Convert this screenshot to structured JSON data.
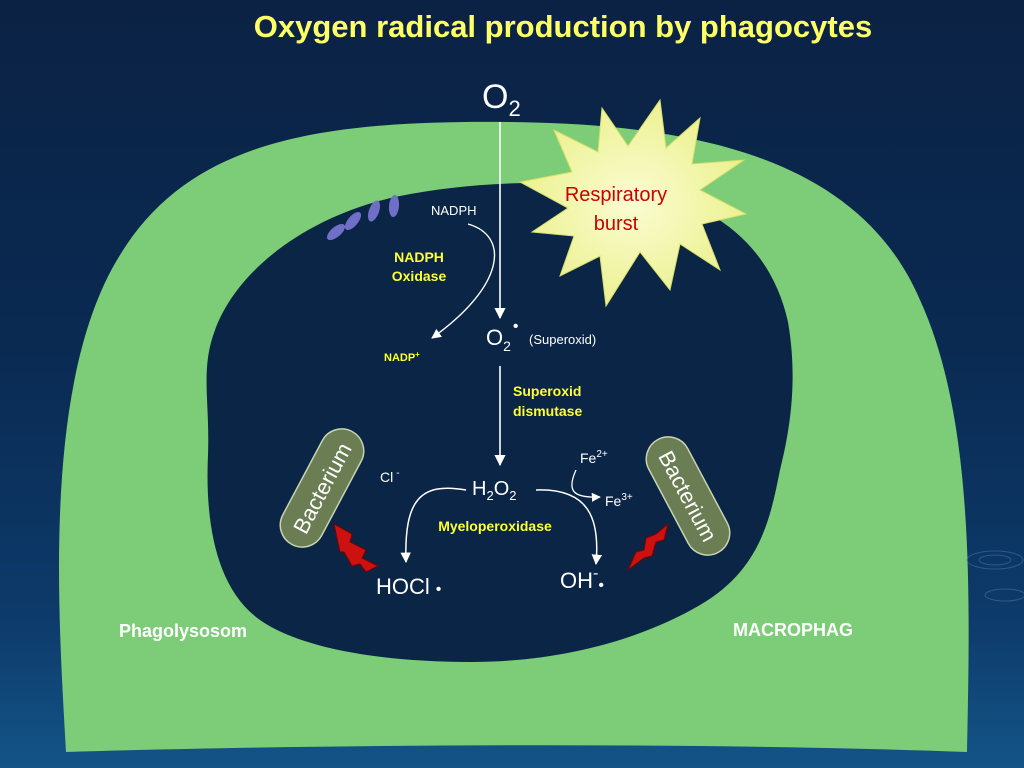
{
  "title": "Oxygen radical production by phagocytes",
  "molecules": {
    "o2_base": "O",
    "o2_sub": "2",
    "superoxide_base": "O",
    "superoxide_sub": "2",
    "superoxide_radical": "•",
    "superoxide_name": "(Superoxid)",
    "h2o2_h": "H",
    "h2o2_sub1": "2",
    "h2o2_o": "O",
    "h2o2_sub2": "2",
    "hocl": "HOCl",
    "hocl_radical": "•",
    "oh_base": "OH",
    "oh_sup": "-",
    "oh_radical": "•"
  },
  "labels": {
    "nadph": "NADPH",
    "nadp": "NADP",
    "nadp_sup": "+",
    "nadph_oxidase_line1": "NADPH",
    "nadph_oxidase_line2": "Oxidase",
    "sod_line1": "Superoxid",
    "sod_line2": "dismutase",
    "myeloperoxidase": "Myeloperoxidase",
    "cl": "Cl",
    "cl_sup": "-",
    "fe2": "Fe",
    "fe2_sup": "2+",
    "fe3": "Fe",
    "fe3_sup": "3+",
    "burst_line1": "Respiratory",
    "burst_line2": "burst",
    "bacterium_left": "Bacterium",
    "bacterium_right": "Bacterium",
    "phagolysosom": "Phagolysosom",
    "macrophag": "MACROPHAG"
  },
  "colors": {
    "background": "#0b2244",
    "cell": "#7ccc78",
    "vacuole": "#0a2545",
    "title": "#ffff66",
    "enzyme_text": "#ffff33",
    "burst_fill": "#f2f59a",
    "burst_text": "#cc0000",
    "bacterium": "#6b7d52",
    "receptor": "#6f6fc8",
    "lightning": "#cc1111"
  },
  "icons": {
    "burst": "starburst-icon",
    "lightning": "lightning-bolt-icon"
  }
}
